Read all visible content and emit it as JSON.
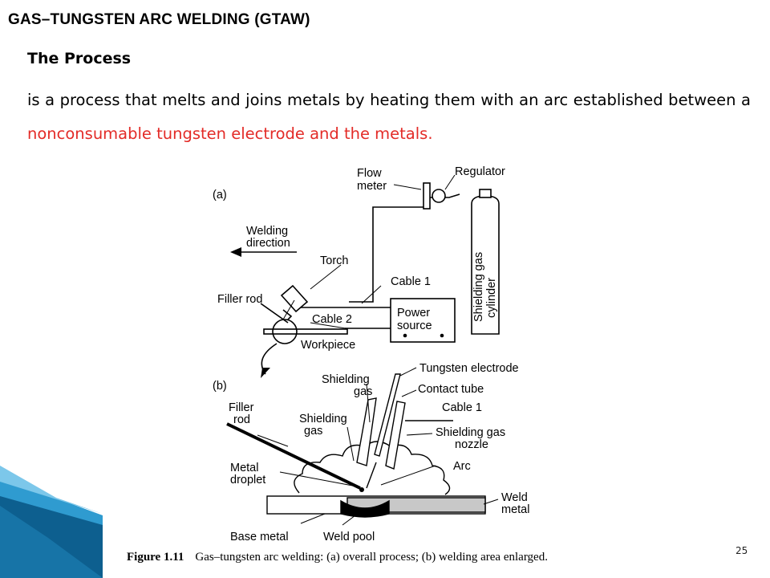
{
  "slide": {
    "title": "GAS–TUNGSTEN ARC WELDING (GTAW)",
    "subheading": "The Process",
    "body_plain": "is a process that melts and joins metals by heating them with an arc established between a ",
    "body_highlight": "nonconsumable tungsten electrode and the metals.",
    "page_number": "25",
    "highlight_color": "#e32b27"
  },
  "figure": {
    "panel_a": {
      "label": "(a)",
      "flow_meter": [
        "Flow",
        "meter"
      ],
      "regulator": "Regulator",
      "welding_direction": [
        "Welding",
        "direction"
      ],
      "torch": "Torch",
      "cable1": "Cable 1",
      "filler_rod": "Filler rod",
      "cable2": "Cable 2",
      "power_source": [
        "Power",
        "source"
      ],
      "workpiece": "Workpiece",
      "cylinder": [
        "Shielding gas",
        "cylinder"
      ]
    },
    "panel_b": {
      "label": "(b)",
      "shielding_gas_top": [
        "Shielding",
        "gas"
      ],
      "tungsten_electrode": "Tungsten electrode",
      "contact_tube": "Contact tube",
      "cable1": "Cable 1",
      "filler_rod": [
        "Filler",
        "rod"
      ],
      "shielding_gas_left": [
        "Shielding",
        "gas"
      ],
      "nozzle": [
        "Shielding gas",
        "nozzle"
      ],
      "arc": "Arc",
      "metal_droplet": [
        "Metal",
        "droplet"
      ],
      "weld_metal": [
        "Weld",
        "metal"
      ],
      "base_metal": "Base metal",
      "weld_pool": "Weld pool"
    },
    "caption_label": "Figure 1.11",
    "caption_text": "Gas–tungsten arc welding: (a) overall process; (b) welding area enlarged."
  },
  "decoration": {
    "corner_colors": [
      "#0d5f8f",
      "#2f9bd0",
      "#7cc7ea"
    ]
  }
}
